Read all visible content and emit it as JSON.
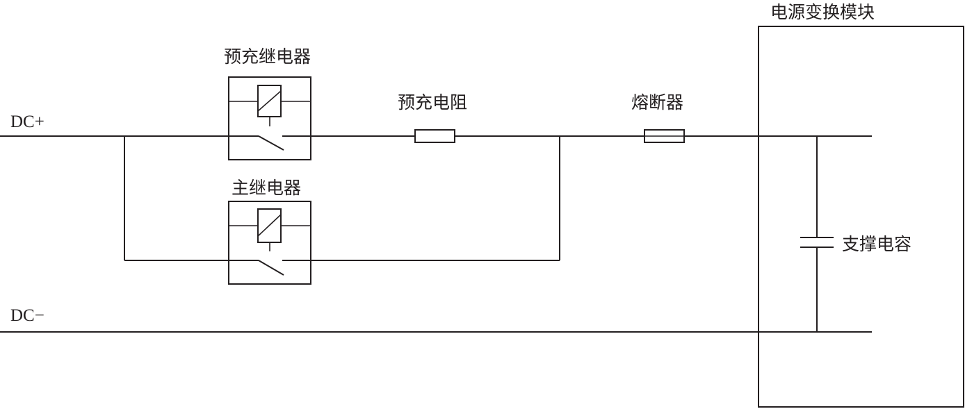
{
  "labels": {
    "dc_plus": "DC+",
    "dc_minus": "DC−",
    "precharge_relay": "预充继电器",
    "main_relay": "主继电器",
    "precharge_resistor": "预充电阻",
    "fuse": "熔断器",
    "power_module": "电源变换模块",
    "support_capacitor": "支撑电容"
  },
  "colors": {
    "line": "#231f20",
    "background": "#ffffff"
  }
}
